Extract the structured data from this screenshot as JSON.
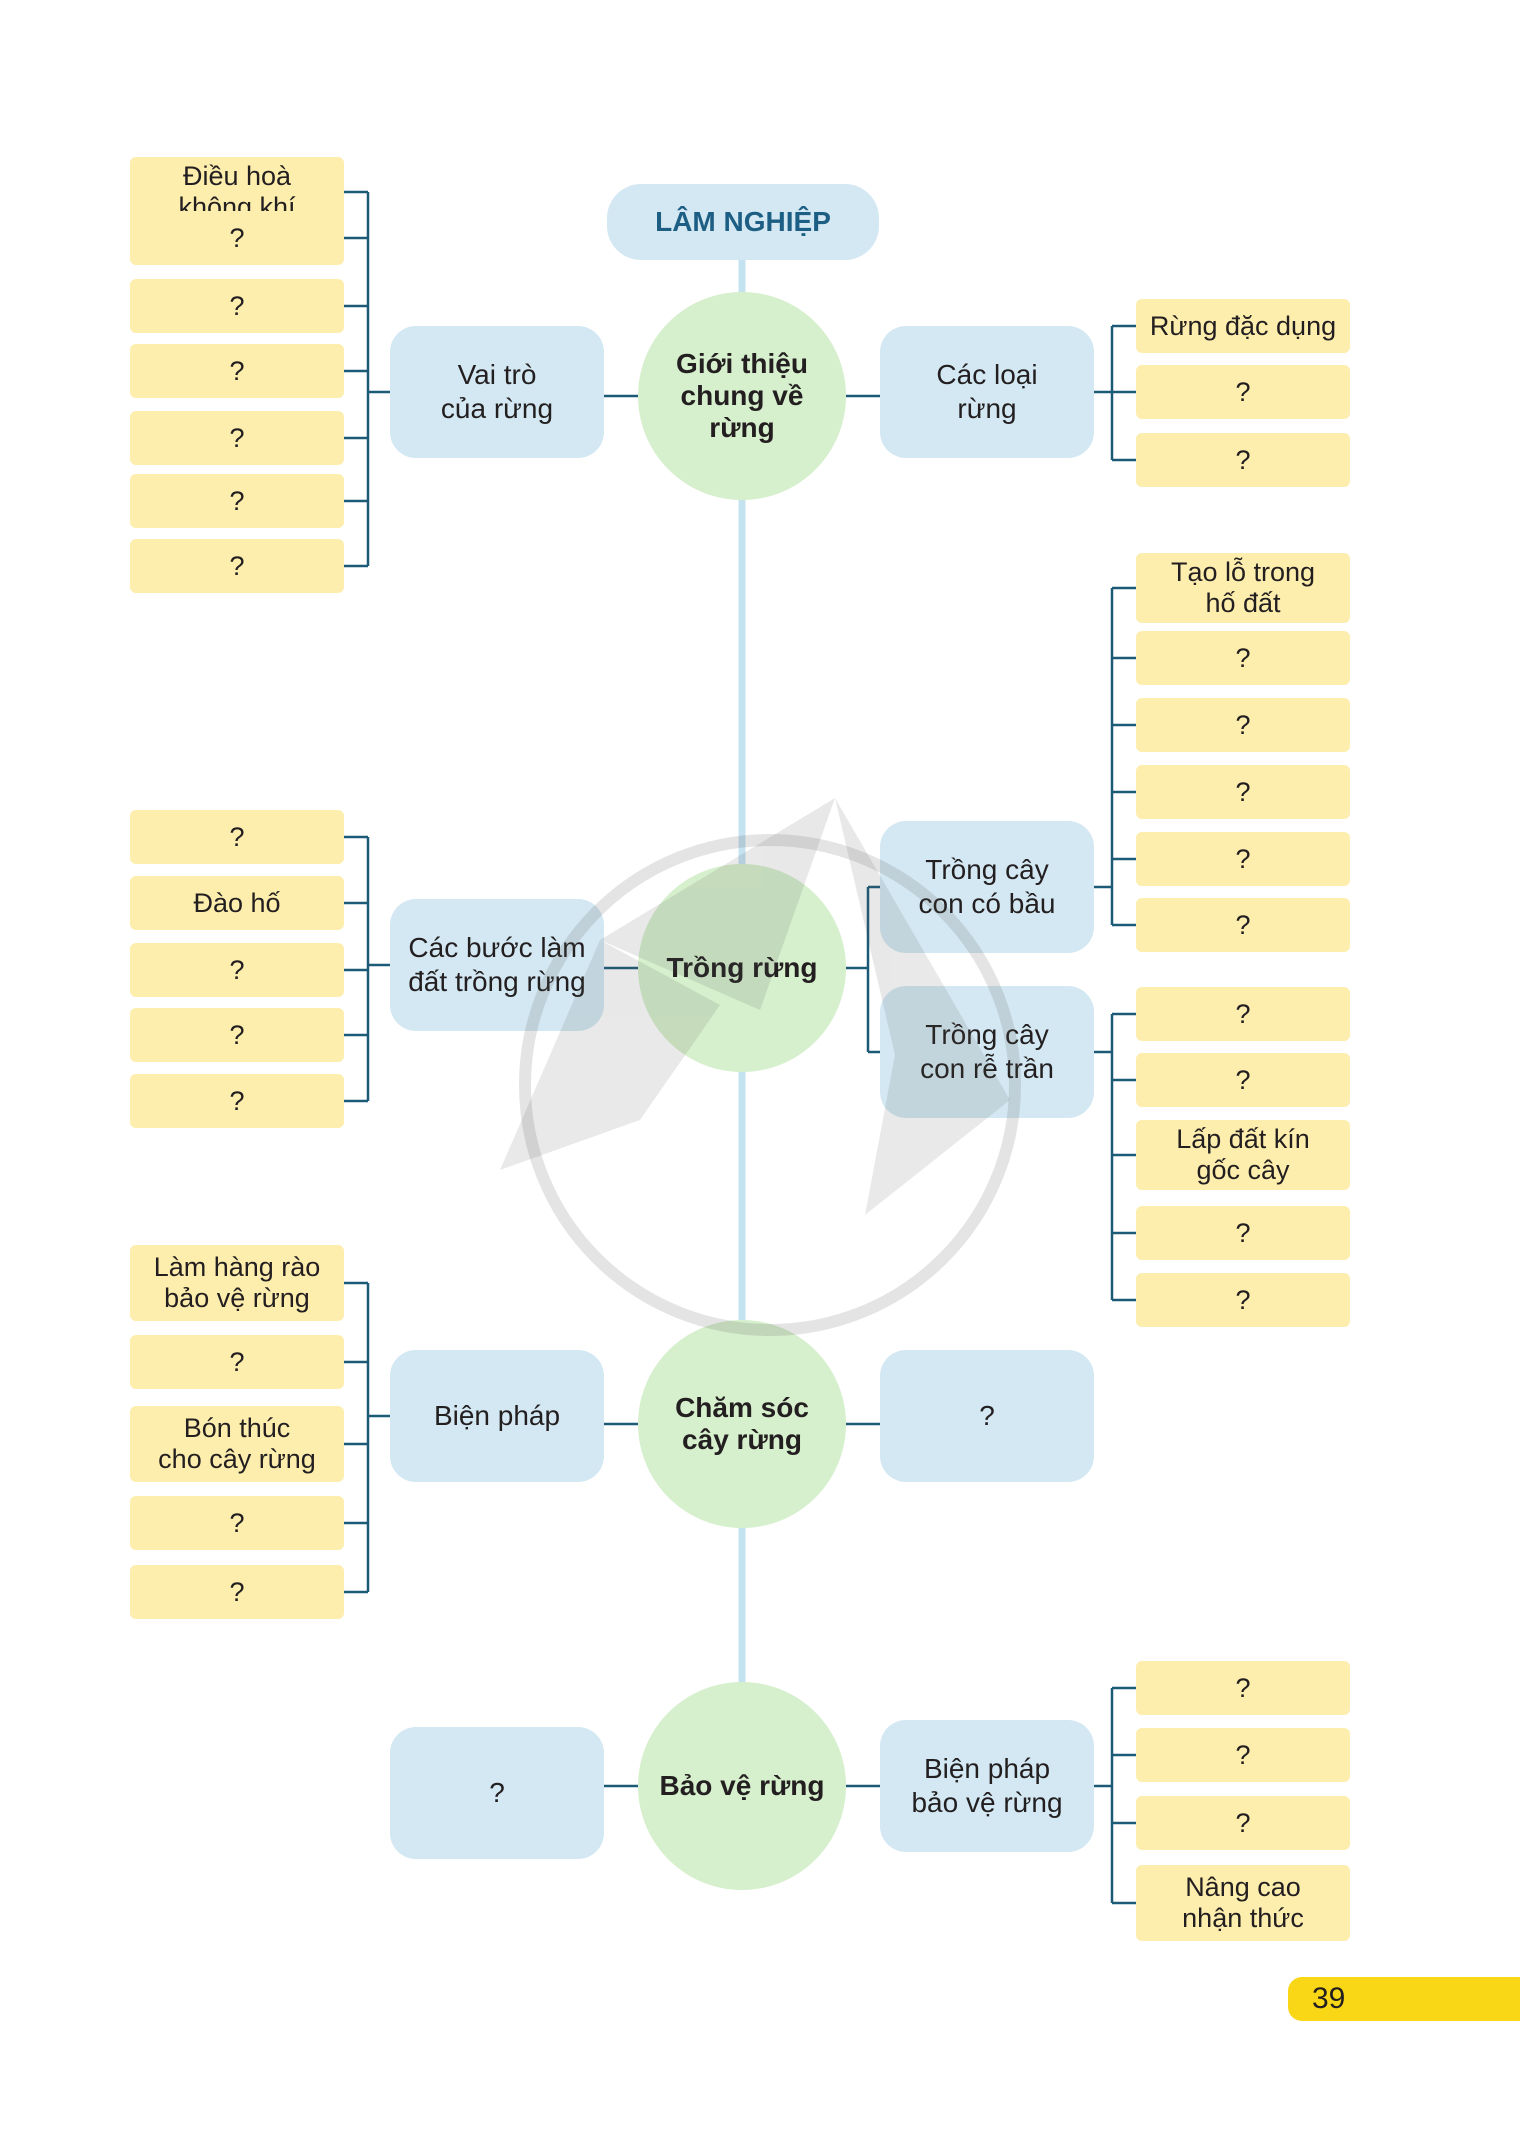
{
  "title": "LÂM NGHIỆP",
  "page_number": "39",
  "hubs": [
    {
      "id": "h1",
      "label": "Giới thiệu\nchung về\nrừng"
    },
    {
      "id": "h2",
      "label": "Trồng rừng"
    },
    {
      "id": "h3",
      "label": "Chăm sóc\ncây rừng"
    },
    {
      "id": "h4",
      "label": "Bảo vệ rừng"
    }
  ],
  "branches": [
    {
      "id": "vai-tro",
      "hub": "h1",
      "side": "left",
      "label": "Vai trò\ncủa rừng",
      "items": [
        "Điều hoà\nkhông khí",
        "?",
        "?",
        "?",
        "?",
        "?",
        "?"
      ]
    },
    {
      "id": "cac-loai",
      "hub": "h1",
      "side": "right",
      "label": "Các loại\nrừng",
      "items": [
        "Rừng đặc dụng",
        "?",
        "?"
      ]
    },
    {
      "id": "cac-buoc",
      "hub": "h2",
      "side": "left",
      "label": "Các bước làm\nđất trồng rừng",
      "items": [
        "?",
        "Đào hố",
        "?",
        "?",
        "?"
      ]
    },
    {
      "id": "co-bau",
      "hub": "h2",
      "side": "right",
      "label": "Trồng cây\ncon có bầu",
      "items": [
        "Tạo lỗ trong\nhố đất",
        "?",
        "?",
        "?",
        "?",
        "?"
      ]
    },
    {
      "id": "re-tran",
      "hub": "h2",
      "side": "right",
      "label": "Trồng cây\ncon rễ trần",
      "items": [
        "?",
        "?",
        "Lấp đất kín\ngốc cây",
        "?",
        "?"
      ]
    },
    {
      "id": "bien-phap-cs",
      "hub": "h3",
      "side": "left",
      "label": "Biện pháp",
      "items": [
        "Làm hàng rào\nbảo vệ rừng",
        "?",
        "Bón thúc\ncho cây rừng",
        "?",
        "?"
      ]
    },
    {
      "id": "cs-right",
      "hub": "h3",
      "side": "right",
      "label": "?",
      "items": []
    },
    {
      "id": "bv-left",
      "hub": "h4",
      "side": "left",
      "label": "?",
      "items": []
    },
    {
      "id": "bien-phap-bv",
      "hub": "h4",
      "side": "right",
      "label": "Biện pháp\nbảo vệ rừng",
      "items": [
        "?",
        "?",
        "?",
        "Nâng cao\nnhận thức"
      ]
    }
  ],
  "colors": {
    "leaf": "#fdeeae",
    "mid": "#d3e8f2",
    "hub": "#d6efcc",
    "spine": "#c5e2f0",
    "connector": "#1d5a78",
    "title_text": "#1d5e84",
    "page_tab": "#f9d616"
  }
}
